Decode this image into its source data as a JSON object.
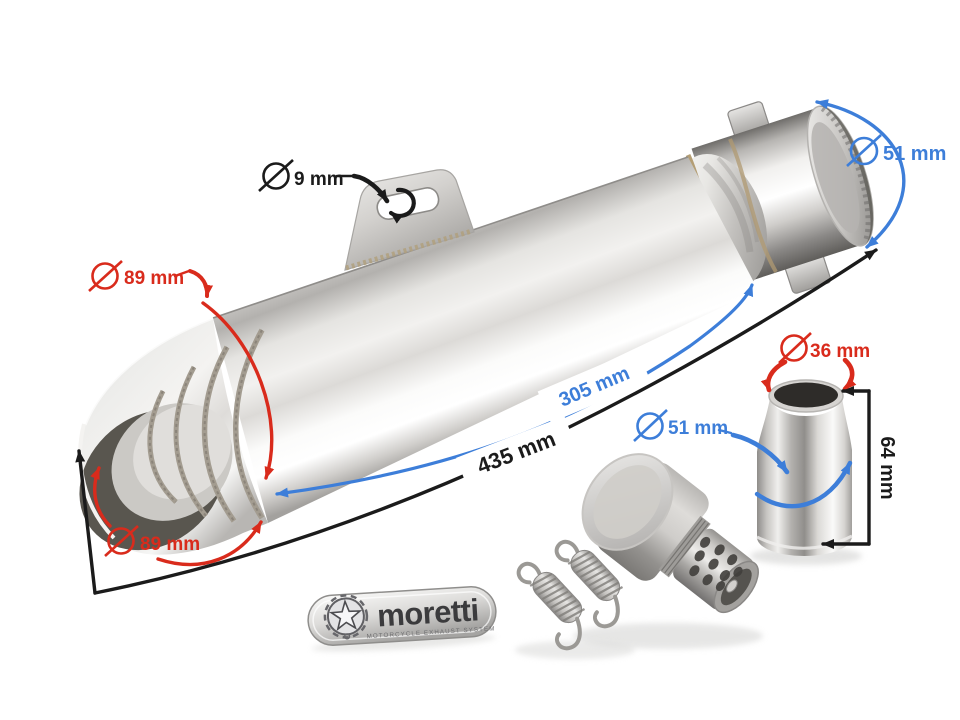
{
  "page": {
    "background": "#ffffff"
  },
  "colors": {
    "dimension_red": "#d92b1c",
    "dimension_blue": "#3d7ed9",
    "dimension_black": "#1b1b1b"
  },
  "annotations": {
    "bracket_hole_diameter": {
      "symbol": "Ø",
      "text": "9 mm",
      "color": "#1b1b1b"
    },
    "tip_inner_diameter": {
      "symbol": "Ø",
      "text": "51 mm",
      "color": "#3d7ed9"
    },
    "body_diameter_front": {
      "symbol": "Ø",
      "text": "89 mm",
      "color": "#d92b1c"
    },
    "body_diameter_outlet": {
      "symbol": "Ø",
      "text": "89 mm",
      "color": "#d92b1c"
    },
    "canister_length": {
      "text": "305 mm",
      "color": "#3d7ed9"
    },
    "total_length": {
      "text": "435 mm",
      "color": "#1b1b1b"
    },
    "adapter_inlet_diameter": {
      "symbol": "Ø",
      "text": "36 mm",
      "color": "#d92b1c"
    },
    "adapter_length": {
      "text": "64 mm",
      "color": "#1b1b1b"
    },
    "db_killer_diameter": {
      "symbol": "Ø",
      "text": "51 mm",
      "color": "#3d7ed9"
    }
  },
  "badge": {
    "brand": "moretti",
    "tagline": "MOTORCYCLE EXHAUST SYSTEM"
  },
  "parts": {
    "muffler": "gp-style-muffler",
    "bend": "welded-bend-section",
    "bracket": "mounting-bracket",
    "sleeve": "inlet-sleeve",
    "db_killer": "db-killer-baffle",
    "springs": "exhaust-springs",
    "adapter": "inlet-adapter-cone",
    "badge": "brand-badge"
  }
}
